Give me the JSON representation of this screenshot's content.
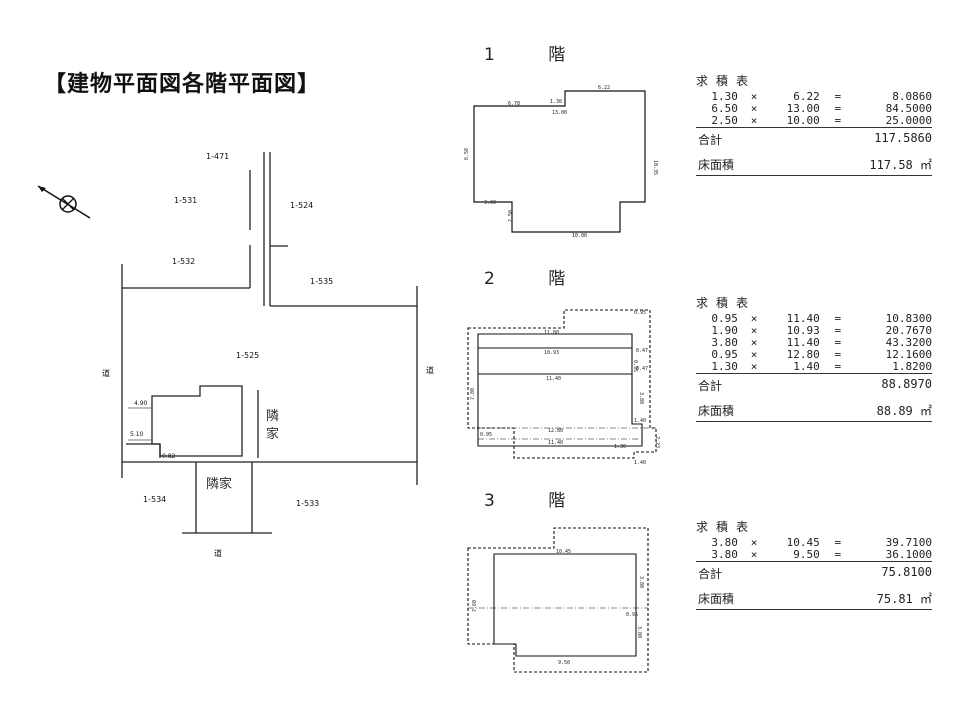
{
  "title": "【建物平面図各階平面図】",
  "site_plan": {
    "lots": [
      "1-471",
      "1-531",
      "1-524",
      "1-532",
      "1-535",
      "1-525",
      "1-534",
      "1-533"
    ],
    "road_label": "道",
    "neighbor_house_vertical": [
      "隣",
      "家"
    ],
    "neighbor_house_horizontal": "隣家",
    "dims": [
      "4.90",
      "5.10",
      "0.82"
    ]
  },
  "floors": [
    {
      "label": "1 階",
      "dims": [
        "6.22",
        "1.30",
        "6.78",
        "13.00",
        "6.50",
        "10.35",
        "3.00",
        "2.50",
        "10.00"
      ],
      "table": {
        "header": "求積表",
        "rows": [
          {
            "a": "1.30",
            "b": "6.22",
            "r": "8.0860"
          },
          {
            "a": "6.50",
            "b": "13.00",
            "r": "84.5000"
          },
          {
            "a": "2.50",
            "b": "10.00",
            "r": "25.0000"
          }
        ],
        "sum_label": "合計",
        "sum": "117.5860",
        "area_label": "床面積",
        "area": "117.58 ㎡"
      }
    },
    {
      "label": "2 階",
      "dims": [
        "11.80",
        "0.95",
        "10.93",
        "0.47",
        "0.95",
        "0.47",
        "7.80",
        "11.40",
        "3.80",
        "1.40",
        "0.95",
        "12.80",
        "11.40",
        "1.30",
        "2.23",
        "1.40"
      ],
      "table": {
        "header": "求積表",
        "rows": [
          {
            "a": "0.95",
            "b": "11.40",
            "r": "10.8300"
          },
          {
            "a": "1.90",
            "b": "10.93",
            "r": "20.7670"
          },
          {
            "a": "3.80",
            "b": "11.40",
            "r": "43.3200"
          },
          {
            "a": "0.95",
            "b": "12.80",
            "r": "12.1600"
          },
          {
            "a": "1.30",
            "b": "1.40",
            "r": "1.8200"
          }
        ],
        "sum_label": "合計",
        "sum": "88.8970",
        "area_label": "床面積",
        "area": "88.89 ㎡"
      }
    },
    {
      "label": "3 階",
      "dims": [
        "10.45",
        "3.80",
        "7.60",
        "0.95",
        "3.80",
        "9.50"
      ],
      "table": {
        "header": "求積表",
        "rows": [
          {
            "a": "3.80",
            "b": "10.45",
            "r": "39.7100"
          },
          {
            "a": "3.80",
            "b": "9.50",
            "r": "36.1000"
          }
        ],
        "sum_label": "合計",
        "sum": "75.8100",
        "area_label": "床面積",
        "area": "75.81 ㎡"
      }
    }
  ],
  "symbols": {
    "times": "×",
    "equals": "="
  },
  "compass_icon": "north-arrow-icon"
}
